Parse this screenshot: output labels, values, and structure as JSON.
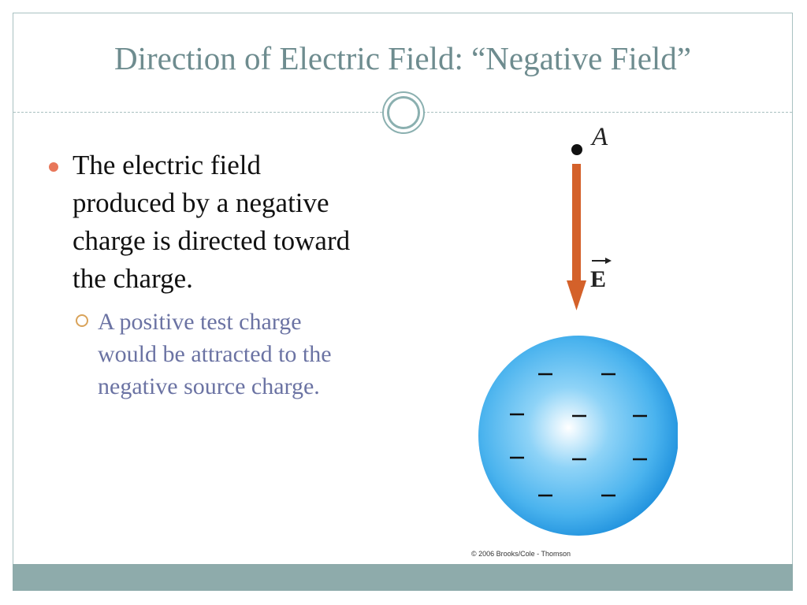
{
  "slide": {
    "title": "Direction of Electric Field: “Negative Field”",
    "bullet_main": "The electric field produced by a negative charge is directed toward the charge.",
    "bullet_sub": "A positive test charge would be attracted to the negative source charge."
  },
  "figure": {
    "point_label": "A",
    "field_label": "E",
    "charge_sign": "–",
    "credit": "© 2006 Brooks/Cole - Thomson",
    "colors": {
      "arrow": "#d4612a",
      "sphere_center": "#ffffff",
      "sphere_mid": "#4ab3ee",
      "sphere_edge": "#1d8fdc",
      "footer": "#8eabab",
      "title": "#6e8c8f"
    }
  }
}
